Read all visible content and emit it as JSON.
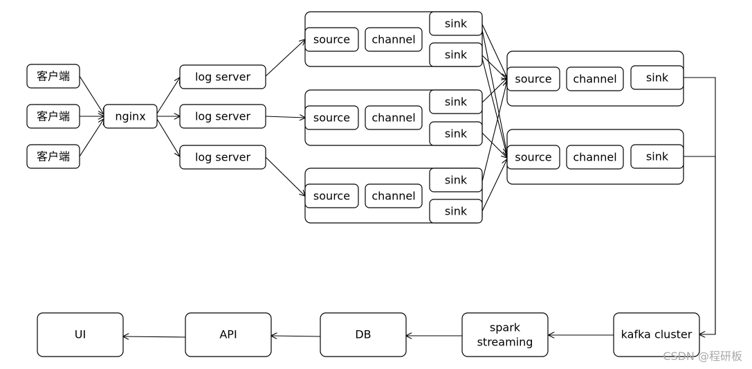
{
  "diagram": {
    "clients": [
      "客户端",
      "客户端",
      "客户端"
    ],
    "nginx": "nginx",
    "log_servers": [
      "log server",
      "log server",
      "log server"
    ],
    "agents_tier1": [
      {
        "source": "source",
        "channel": "channel",
        "sinks": [
          "sink",
          "sink"
        ]
      },
      {
        "source": "source",
        "channel": "channel",
        "sinks": [
          "sink",
          "sink"
        ]
      },
      {
        "source": "source",
        "channel": "channel",
        "sinks": [
          "sink",
          "sink"
        ]
      }
    ],
    "agents_tier2": [
      {
        "source": "source",
        "channel": "channel",
        "sink": "sink"
      },
      {
        "source": "source",
        "channel": "channel",
        "sink": "sink"
      }
    ],
    "kafka": "kafka cluster",
    "spark": [
      "spark",
      "streaming"
    ],
    "db": "DB",
    "api": "API",
    "ui": "UI"
  },
  "watermark": "CSDN @程研板"
}
